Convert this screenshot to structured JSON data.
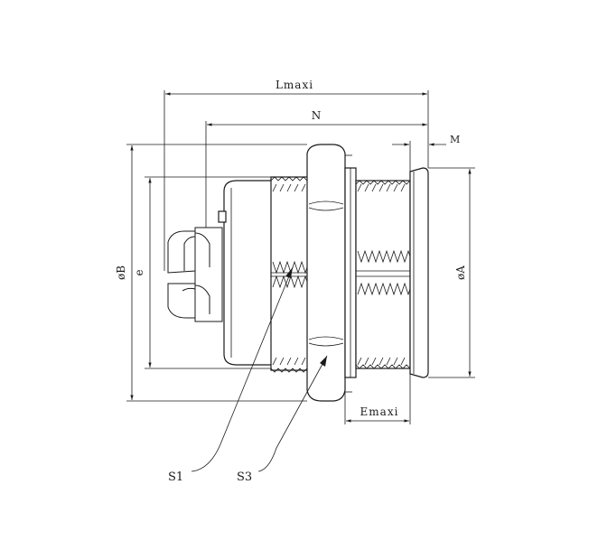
{
  "drawing": {
    "labels": {
      "lmaxi": "Lmaxi",
      "n": "N",
      "m": "M",
      "phi_b": "øB",
      "e": "e",
      "phi_a": "øA",
      "emaxi": "Emaxi",
      "s1": "S1",
      "s3": "S3"
    },
    "line_color": "#1a1a1a",
    "background_color": "#ffffff"
  }
}
